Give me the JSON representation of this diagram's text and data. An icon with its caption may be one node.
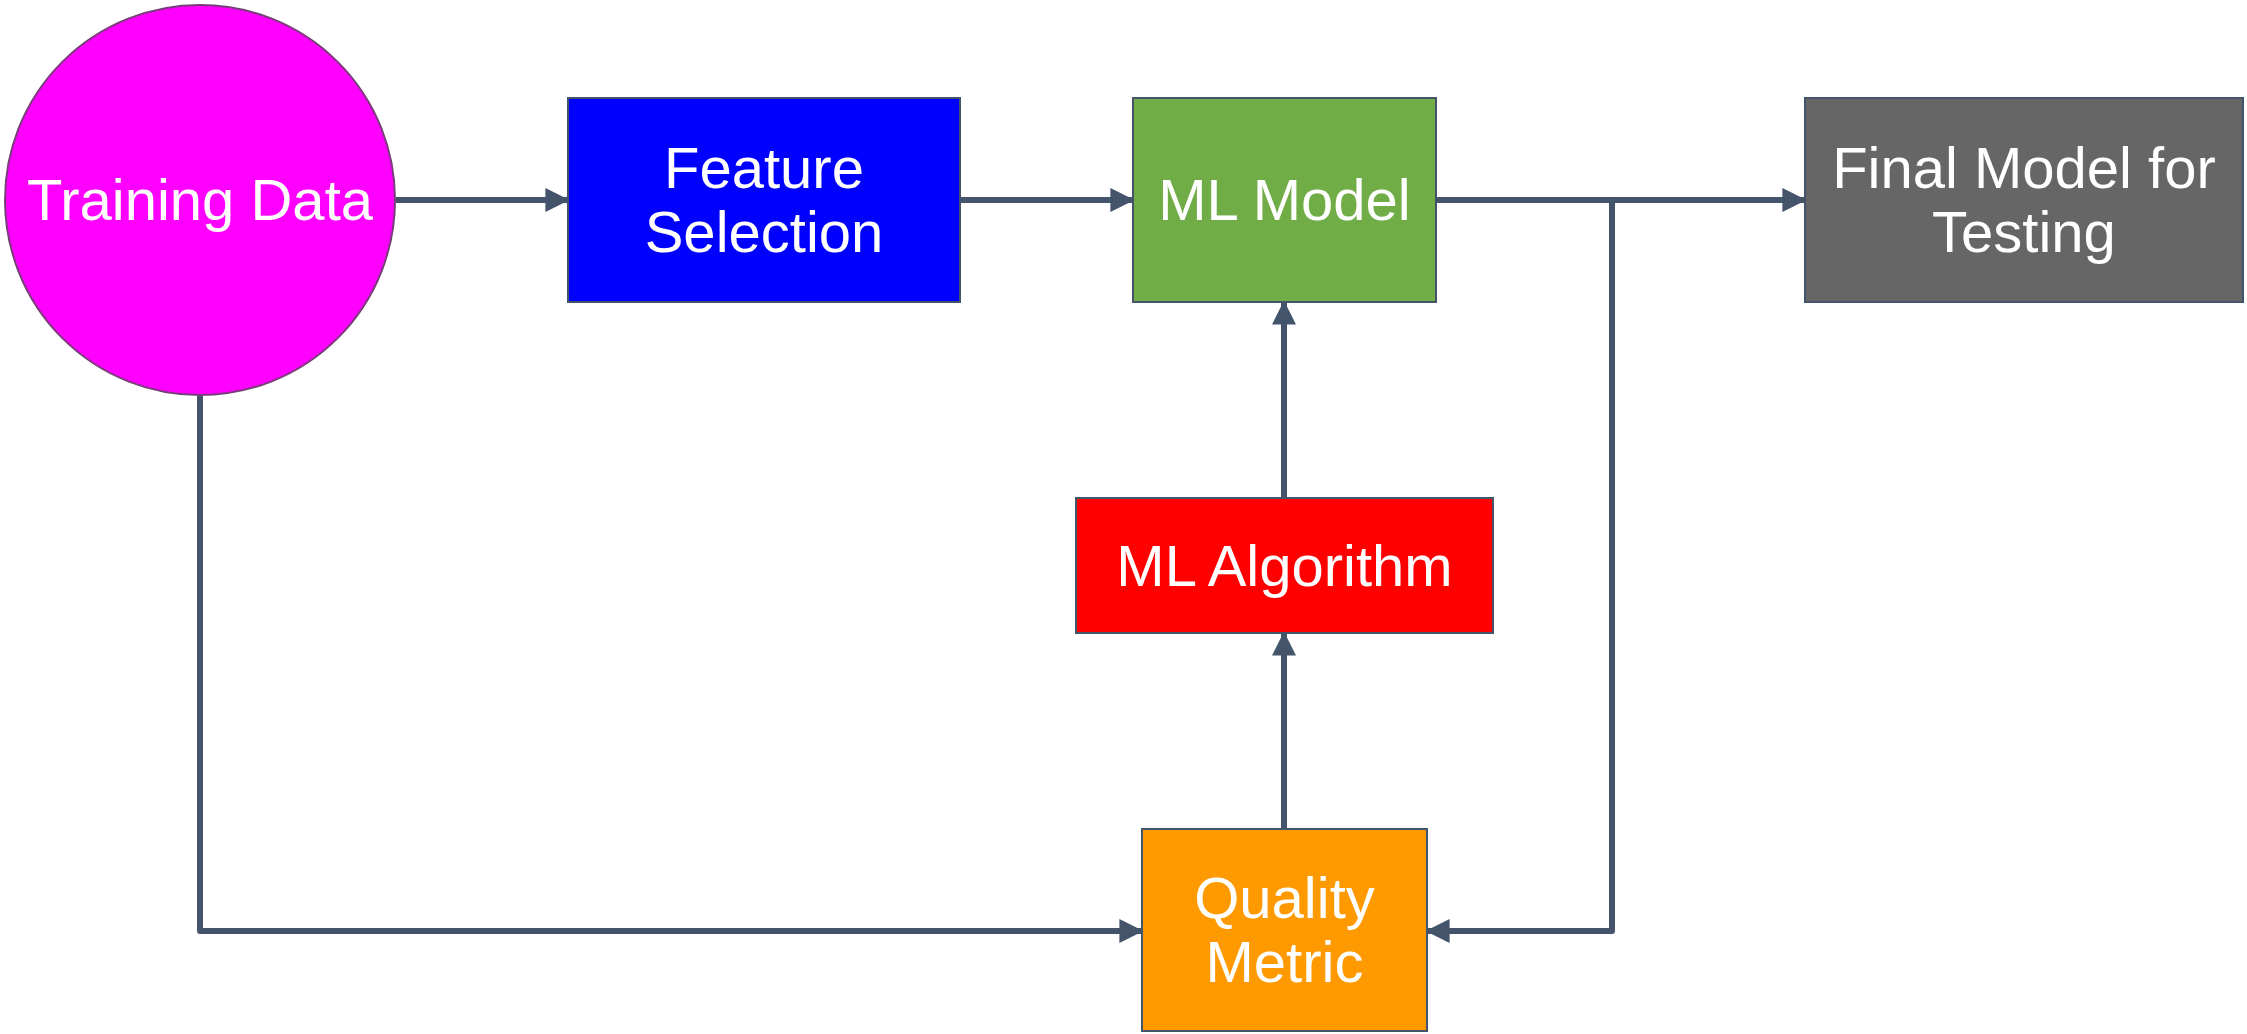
{
  "diagram": {
    "nodes": [
      {
        "text": [
          "Training Data"
        ]
      },
      {
        "text": [
          "Feature Selection"
        ]
      },
      {
        "text": [
          "ML Model"
        ]
      },
      {
        "text": [
          "Final Model for Testing"
        ]
      },
      {
        "text": [
          "ML Algorithm"
        ]
      },
      {
        "text": [
          "Quality Metric"
        ]
      }
    ],
    "edges": [
      {
        "from": 0,
        "to": 1,
        "arrow": "to"
      },
      {
        "from": 1,
        "to": 2,
        "arrow": "to"
      },
      {
        "from": 2,
        "to": 3,
        "arrow": "to"
      },
      {
        "from": 2,
        "to": 5,
        "arrow": "to"
      },
      {
        "from": 0,
        "to": 5,
        "arrow": "to"
      },
      {
        "from": 5,
        "to": 4,
        "arrow": "to"
      },
      {
        "from": 4,
        "to": 2,
        "arrow": "to"
      }
    ]
  }
}
